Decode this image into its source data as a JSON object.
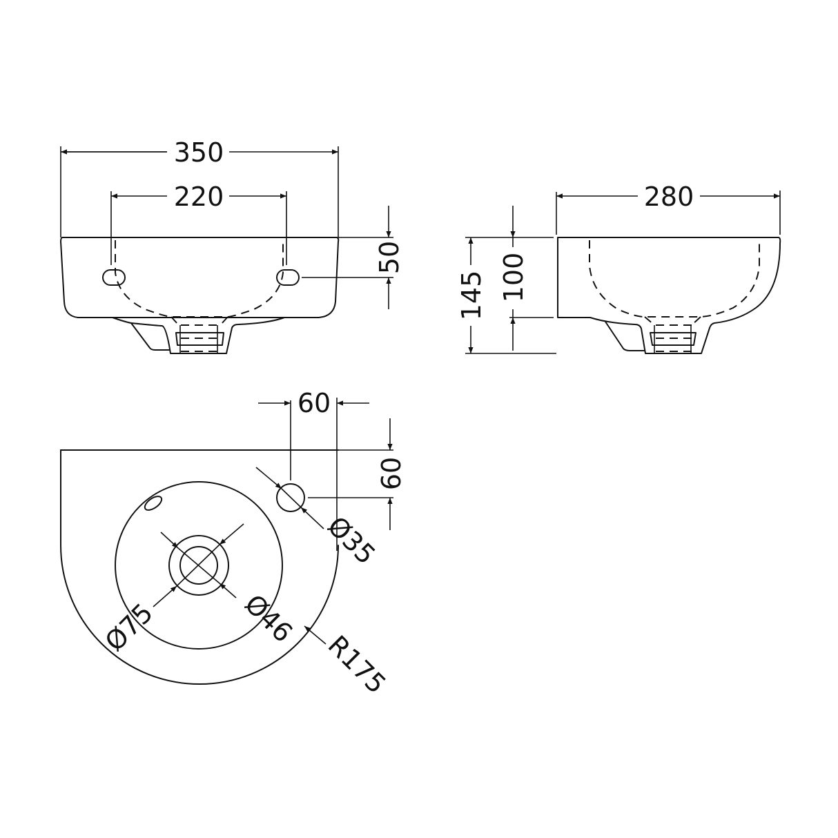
{
  "drawing": {
    "subject": "corner basin technical drawing",
    "units": "mm",
    "line_color": "#111111",
    "background": "#ffffff"
  },
  "front_view": {
    "overall_width": "350",
    "tap_hole_centres": "220",
    "tap_hole_height": "50"
  },
  "side_view": {
    "overall_depth": "280",
    "overall_height": "145",
    "bowl_height": "100"
  },
  "plan_view": {
    "tap_offset_x": "60",
    "tap_offset_y": "60",
    "tap_hole_diameter": "Ø35",
    "waste_outer_diameter": "Ø75",
    "waste_inner_diameter": "Ø46",
    "front_radius": "R175"
  }
}
